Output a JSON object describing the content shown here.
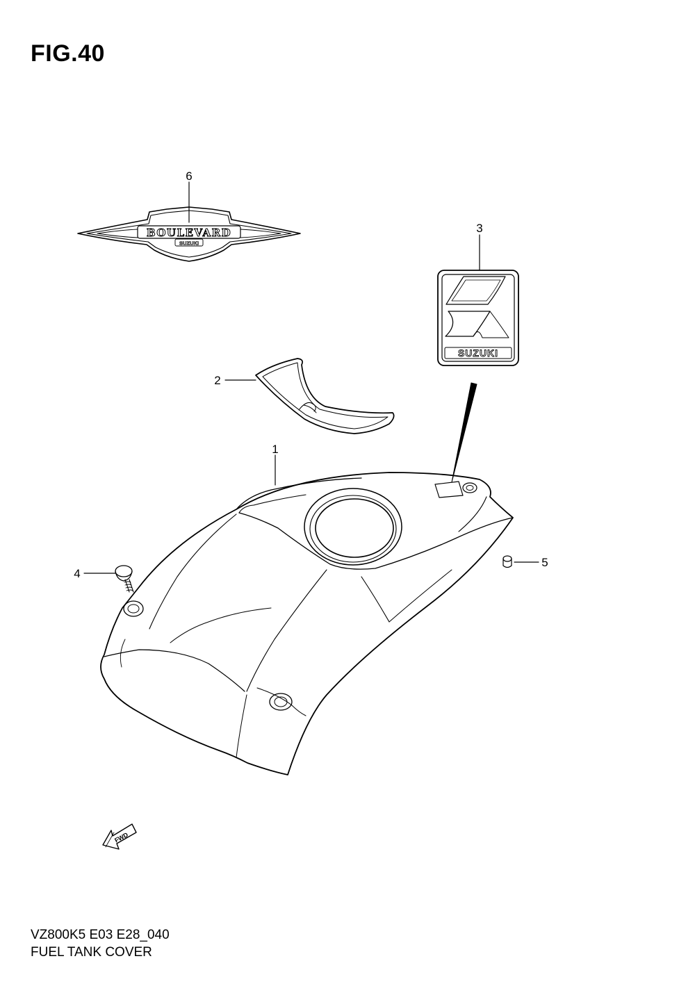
{
  "figure": {
    "title": "FIG.40"
  },
  "callouts": [
    {
      "id": "1",
      "label": "1"
    },
    {
      "id": "2",
      "label": "2"
    },
    {
      "id": "3",
      "label": "3"
    },
    {
      "id": "4",
      "label": "4"
    },
    {
      "id": "5",
      "label": "5"
    },
    {
      "id": "6",
      "label": "6"
    }
  ],
  "emblems": {
    "boulevard": "BOULEVARD",
    "suzuki_small": "SUZUKI",
    "suzuki_badge": "SUZUKI",
    "fwd": "FWD"
  },
  "footer": {
    "model_code": "VZ800K5 E03 E28_040",
    "part_name": "FUEL TANK COVER"
  },
  "colors": {
    "line": "#000000",
    "background": "#ffffff"
  }
}
